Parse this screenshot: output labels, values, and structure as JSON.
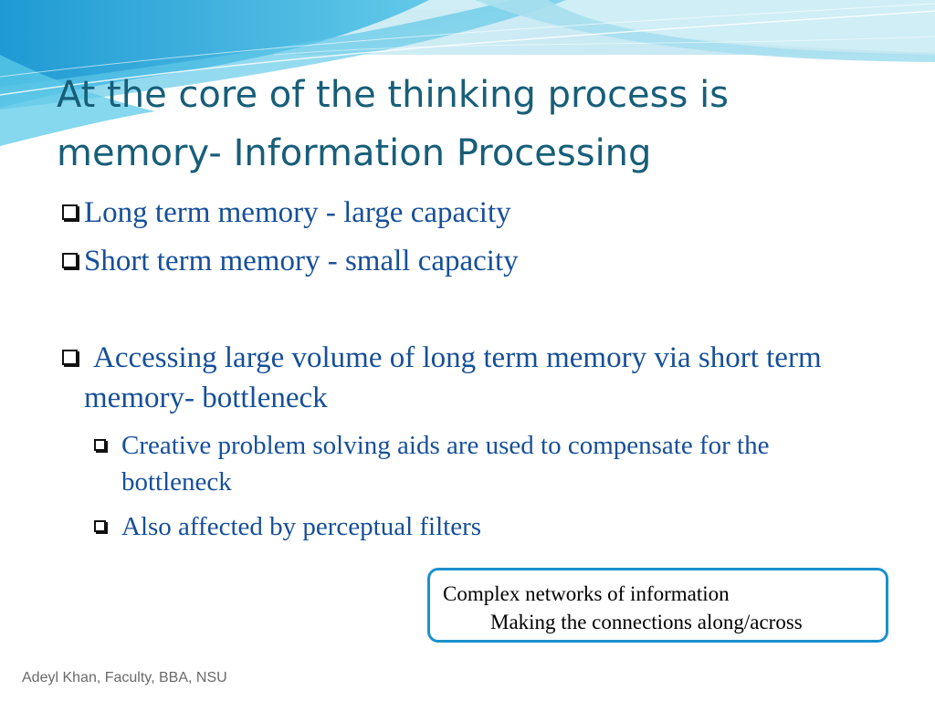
{
  "slide": {
    "title_lines": [
      "At the core of the thinking process is",
      "memory- Information Processing"
    ],
    "bullets": [
      {
        "level": 1,
        "text": "Long term memory - large capacity"
      },
      {
        "level": 1,
        "text": "Short term memory - small capacity"
      },
      {
        "level": 1,
        "text": "Accessing large volume of long term memory via short term memory- bottleneck"
      },
      {
        "level": 2,
        "text": "Creative problem solving aids are used to compensate for the bottleneck"
      },
      {
        "level": 2,
        "text": "Also affected by perceptual filters"
      }
    ],
    "callout": {
      "line1": "Complex networks of information",
      "line2": "Making the connections along/across"
    },
    "footer": "Adeyl Khan, Faculty, BBA, NSU"
  },
  "colors": {
    "title": "#175e79",
    "bullet_text": "#164f99",
    "callout_border": "#1b90cc",
    "wave_light": "#bfe8f2",
    "wave_mid": "#6ed0e8",
    "wave_dark": "#2fa8d8",
    "footer": "#6a6a6a"
  },
  "icons": {
    "bullet_marker": "hollow-square-bullet-icon"
  }
}
